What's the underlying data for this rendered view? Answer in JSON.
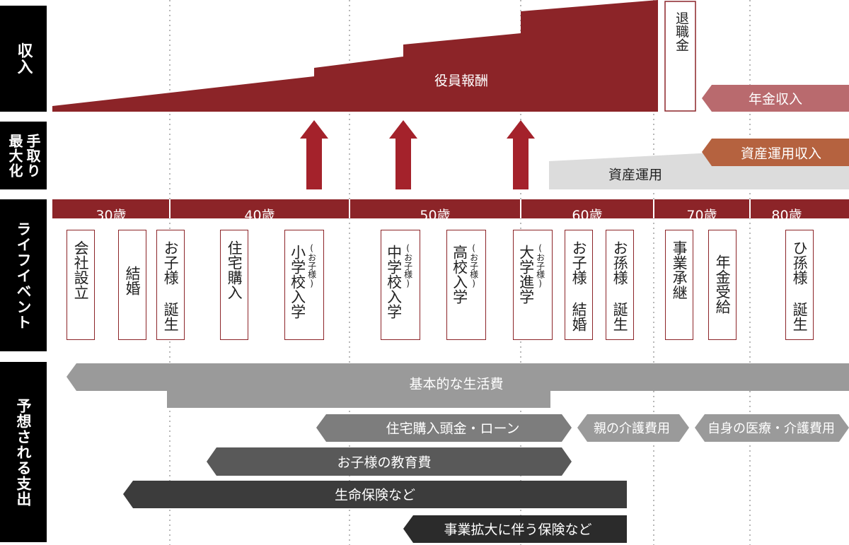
{
  "sidebar": {
    "income": "収入",
    "maximize": [
      "手取り",
      "最大化"
    ],
    "life_events": "ライフイベント",
    "expenses": "予想される支出"
  },
  "income": {
    "executive_pay": "役員報酬",
    "retirement": "退職金",
    "pension": "年金収入"
  },
  "maximize": {
    "asset_management": "資産運用",
    "asset_income": "資産運用収入"
  },
  "ages": [
    "30歳",
    "40歳",
    "50歳",
    "60歳",
    "70歳",
    "80歳"
  ],
  "events": [
    {
      "main": "会社設立",
      "sub": ""
    },
    {
      "main": "結婚",
      "sub": ""
    },
    {
      "main": "お子様 誕生",
      "sub": ""
    },
    {
      "main": "住宅購入",
      "sub": ""
    },
    {
      "main": "小学校入学",
      "sub": "(お子様)"
    },
    {
      "main": "中学校入学",
      "sub": "(お子様)"
    },
    {
      "main": "高校入学",
      "sub": "(お子様)"
    },
    {
      "main": "大学進学",
      "sub": "(お子様)"
    },
    {
      "main": "お子様 結婚",
      "sub": ""
    },
    {
      "main": "お孫様 誕生",
      "sub": ""
    },
    {
      "main": "事業承継",
      "sub": ""
    },
    {
      "main": "年金受給",
      "sub": ""
    },
    {
      "main": "ひ孫様 誕生",
      "sub": ""
    }
  ],
  "expenses": {
    "basic_living": "基本的な生活費",
    "housing": "住宅購入頭金・ローン",
    "parents_care": "親の介護費用",
    "own_medical": "自身の医療・介護費用",
    "education": "お子様の教育費",
    "life_insurance": "生命保険など",
    "business_insurance": "事業拡大に伴う保険など"
  },
  "colors": {
    "dark_red": "#8c2428",
    "arrow_red": "#a4222b",
    "pink": "#b96a6e",
    "copper": "#b5623f",
    "light_gray": "#dcdcdc",
    "gray1": "#9a9a9a",
    "gray2": "#7d7d7d",
    "gray3": "#595959",
    "gray4": "#3c3c3c",
    "gray5": "#2b2b2b"
  }
}
